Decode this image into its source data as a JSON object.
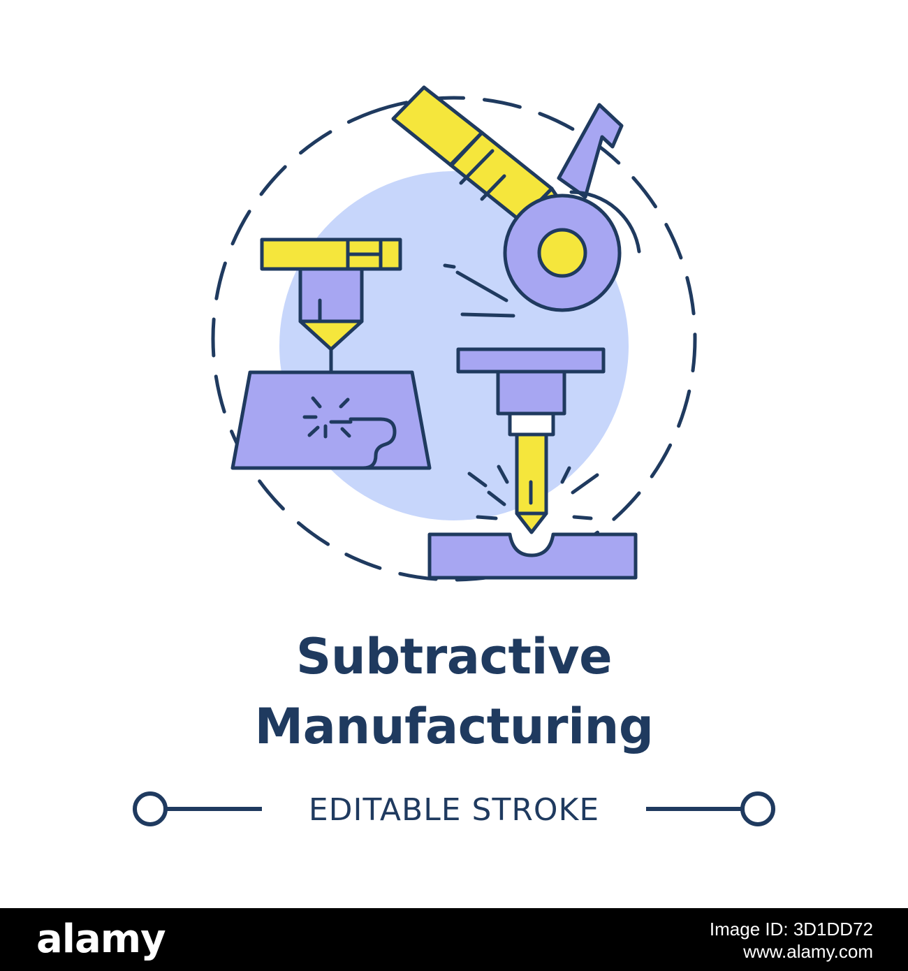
{
  "title": {
    "line1": "Subtractive",
    "line2": "Manufacturing"
  },
  "subtitle": "EDITABLE STROKE",
  "footer": {
    "logo": "alamy",
    "image_id_line": "Image ID: 3D1DD72",
    "site": "www.alamy.com"
  },
  "icons": [
    "angle-grinder-icon",
    "laser-cutter-icon",
    "drill-press-icon"
  ],
  "colors": {
    "outline": "#1f3a5f",
    "yellow": "#f5e63c",
    "purple": "#a7a6f2",
    "circle_bg": "#c7d6fb",
    "footer_bg": "#000000"
  }
}
